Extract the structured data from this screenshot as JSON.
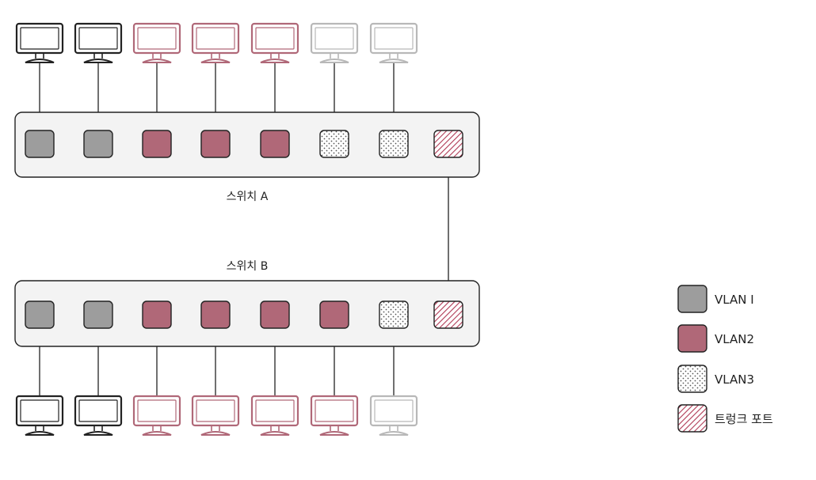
{
  "colors": {
    "vlan1": "#9d9d9d",
    "vlan2": "#b06878",
    "vlan3": "#ffffff",
    "trunk": "#b03a55",
    "pc_black": "#222222",
    "pc_red": "#b06878",
    "pc_gray": "#b8b8b8",
    "switch_bg": "#f3f3f3",
    "line": "#222222"
  },
  "switch_a": {
    "label": "스위치 A",
    "ports": [
      "vlan1",
      "vlan1",
      "vlan2",
      "vlan2",
      "vlan2",
      "vlan3",
      "vlan3",
      "trunk"
    ],
    "computers": [
      "black",
      "black",
      "red",
      "red",
      "red",
      "gray",
      "gray"
    ]
  },
  "switch_b": {
    "label": "스위치 B",
    "ports": [
      "vlan1",
      "vlan1",
      "vlan2",
      "vlan2",
      "vlan2",
      "vlan2",
      "vlan3",
      "trunk"
    ],
    "computers": [
      "black",
      "black",
      "red",
      "red",
      "red",
      "red",
      "gray"
    ]
  },
  "legend": [
    {
      "key": "vlan1",
      "label": "VLAN I"
    },
    {
      "key": "vlan2",
      "label": "VLAN2"
    },
    {
      "key": "vlan3",
      "label": "VLAN3"
    },
    {
      "key": "trunk",
      "label": "트렁크 포트"
    }
  ]
}
